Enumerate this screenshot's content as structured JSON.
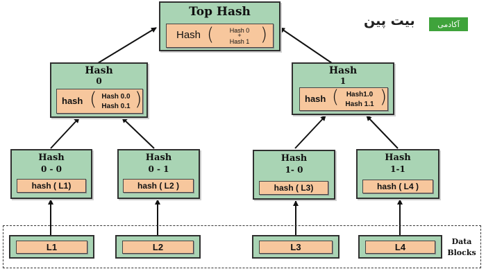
{
  "root": {
    "title": "Top Hash",
    "fn": "Hash",
    "arg_top": "Hash 0",
    "plus": "+",
    "arg_bottom": "Hash 1"
  },
  "level1": [
    {
      "title": "Hash",
      "index": "0",
      "fn": "hash",
      "arg_top": "Hash 0.0",
      "arg_bottom": "Hash 0.1"
    },
    {
      "title": "Hash",
      "index": "1",
      "fn": "hash",
      "arg_top": "Hash1.0",
      "arg_bottom": "Hash 1.1"
    }
  ],
  "level2": [
    {
      "title": "Hash",
      "index": "0 - 0",
      "label": "hash ( L1)"
    },
    {
      "title": "Hash",
      "index": "0 - 1",
      "label": "hash ( L2 )"
    },
    {
      "title": "Hash",
      "index": "1- 0",
      "label": "hash ( L3)"
    },
    {
      "title": "Hash",
      "index": "1-1",
      "label": "hash ( L4 )"
    }
  ],
  "blocks": [
    "L1",
    "L2",
    "L3",
    "L4"
  ],
  "data_blocks_label": {
    "line1": "Data",
    "line2": "Blocks"
  },
  "logo": {
    "text": "بیت پین",
    "badge": "آکادمی"
  },
  "colors": {
    "node": "#a9d4b4",
    "inner": "#f7c79d",
    "badge": "#3fa33b"
  }
}
